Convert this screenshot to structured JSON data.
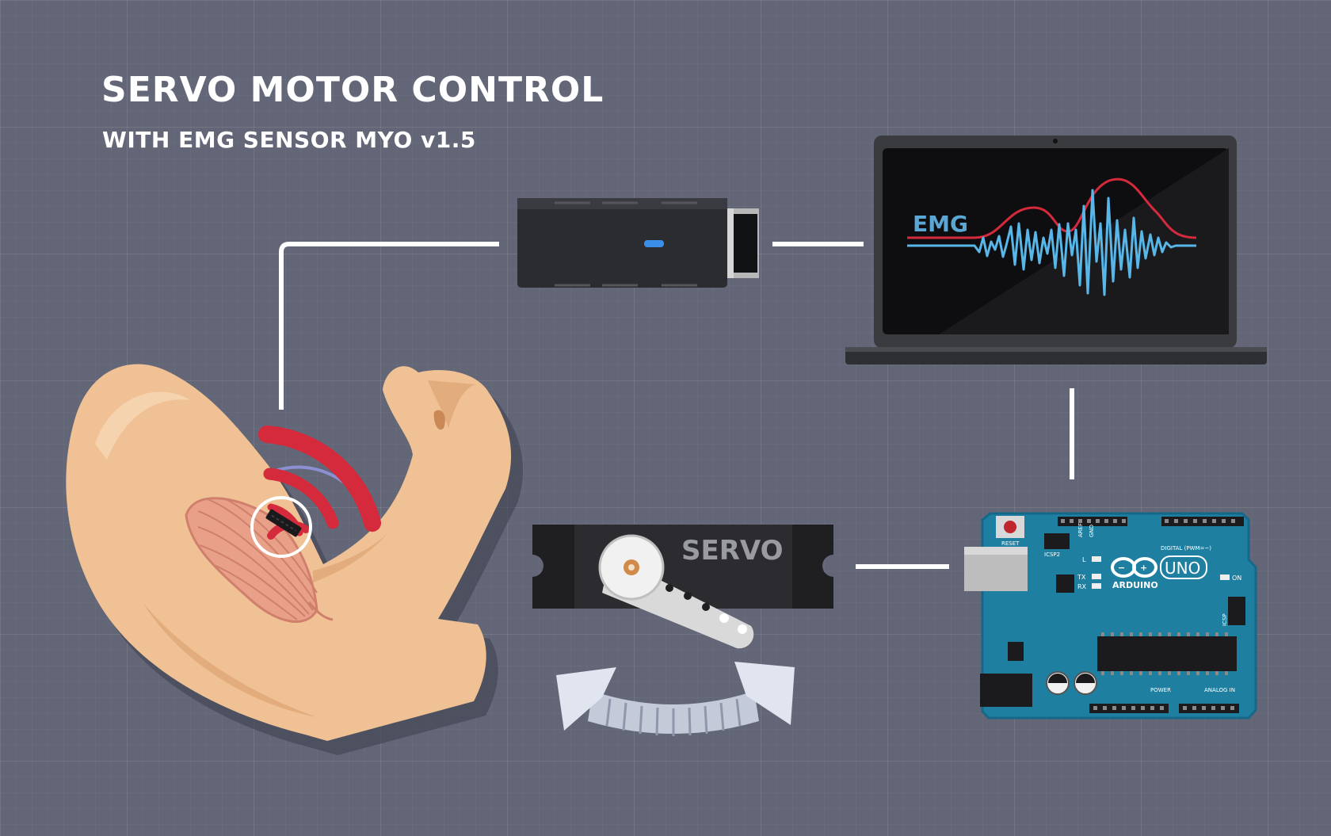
{
  "header": {
    "title": "SERVO MOTOR CONTROL",
    "subtitle": "WITH EMG SENSOR MYO v1.5"
  },
  "laptop": {
    "screen_label": "EMG"
  },
  "servo": {
    "label": "SERVO"
  },
  "arduino": {
    "brand": "ARDUINO",
    "model": "UNO",
    "reset_label": "RESET",
    "icsp2_label": "ICSP2",
    "icsp_label": "ICSP",
    "digital_label": "DIGITAL (PWM=~)",
    "power_label": "POWER",
    "analog_label": "ANALOG IN",
    "led_l": "L",
    "led_tx": "TX",
    "led_rx": "RX",
    "led_on": "ON",
    "aref_label": "AREF",
    "gnd_label": "GND"
  },
  "colors": {
    "background": "#626676",
    "connector": "#ffffff",
    "signal_red": "#d42a3c",
    "emg_blue": "#58b6e8",
    "arduino_teal": "#1f7fa0",
    "skin": "#efc194"
  }
}
